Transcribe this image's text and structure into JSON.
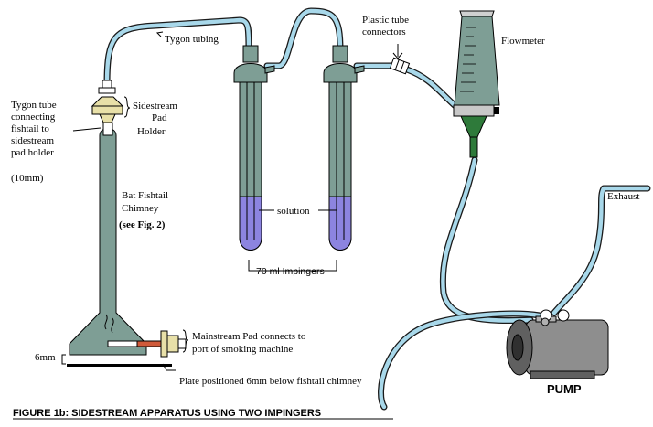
{
  "labels": {
    "tygon_tubing": "Tygon tubing",
    "plastic_tube_connectors_1": "Plastic tube",
    "plastic_tube_connectors_2": "connectors",
    "flowmeter": "Flowmeter",
    "tygon_tube_connecting_1": "Tygon tube",
    "tygon_tube_connecting_2": "connecting",
    "tygon_tube_connecting_3": "fishtail to",
    "tygon_tube_connecting_4": "sidestream",
    "tygon_tube_connecting_5": "pad holder",
    "tygon_tube_connecting_6": "(10mm)",
    "sidestream_pad_holder_1": "Sidestream",
    "sidestream_pad_holder_2": "Pad",
    "sidestream_pad_holder_3": "Holder",
    "bat_fishtail_chimney_1": "Bat Fishtail",
    "bat_fishtail_chimney_2": "Chimney",
    "see_fig": "(see Fig. 2)",
    "solution": "solution",
    "impingers": "70 ml Impingers",
    "exhaust": "Exhaust",
    "mainstream_pad_1": "Mainstream   Pad connects to",
    "mainstream_pad_2": "port of smoking machine",
    "six_mm": "6mm",
    "plate_positioned": "Plate positioned 6mm below fishtail chimney",
    "pump": "PUMP"
  },
  "caption": "FIGURE 1b: SIDESTREAM APPARATUS USING TWO IMPINGERS",
  "colors": {
    "glass": "#7e9e95",
    "solution": "#8c84e0",
    "tubing": "#a8d8ea",
    "pad_holder": "#e8e0a8",
    "mainstream_rod": "#d05a3a",
    "flowmeter_base": "#2e7a3a",
    "pump_body": "#8e8e8e"
  }
}
